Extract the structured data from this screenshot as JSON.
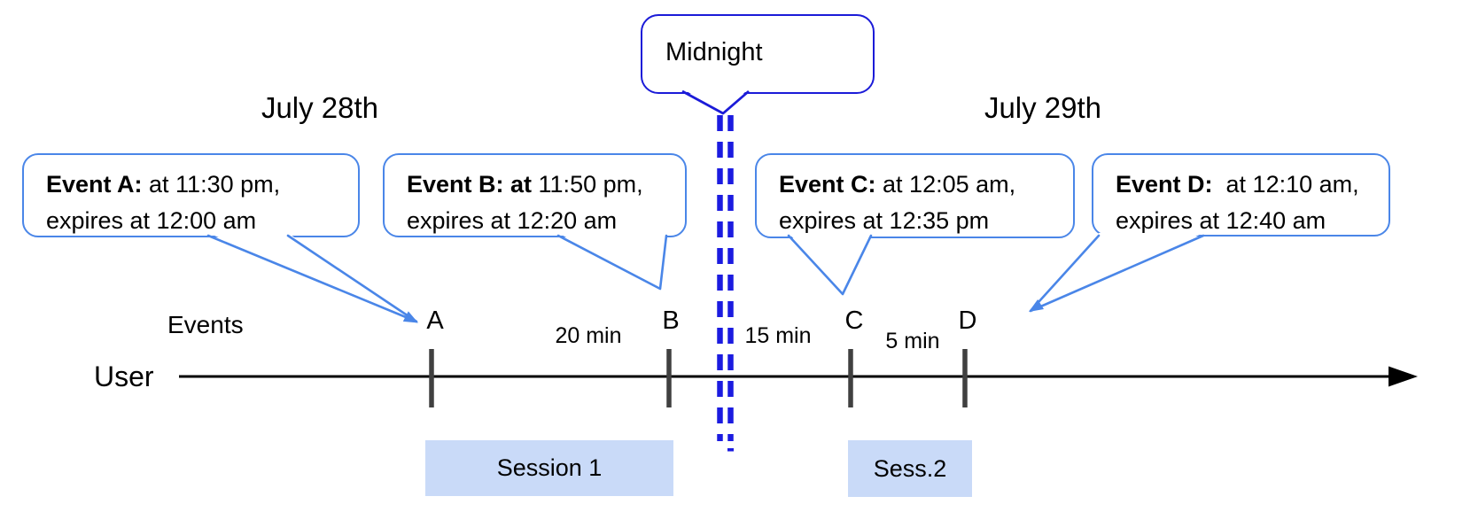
{
  "dates": {
    "left": "July 28th",
    "right": "July 29th"
  },
  "midnight": {
    "label": "Midnight"
  },
  "events": [
    {
      "id": "A",
      "bold": "Event A:",
      "rest": " at 11:30 pm,",
      "line2": "expires at 12:00 am"
    },
    {
      "id": "B",
      "bold": "Event B: at",
      "rest": " 11:50 pm,",
      "line2": "expires at 12:20 am"
    },
    {
      "id": "C",
      "bold": "Event C:",
      "rest": " at 12:05 am,",
      "line2": "expires at 12:35 pm"
    },
    {
      "id": "D",
      "bold": "Event D:",
      "rest": "  at 12:10 am,",
      "line2": "expires at 12:40 am"
    }
  ],
  "timeline": {
    "events_label": "Events",
    "user_label": "User",
    "ticks": [
      "A",
      "B",
      "C",
      "D"
    ],
    "intervals": [
      "20 min",
      "15 min",
      "5 min"
    ]
  },
  "sessions": [
    {
      "label": "Session 1"
    },
    {
      "label": "Sess.2"
    }
  ],
  "colors": {
    "callout_border": "#4a86e8",
    "midnight_border": "#1b1bd8",
    "dashed_line": "#1b1be0",
    "session_fill": "#c9daf8",
    "tick_color": "#404040",
    "timeline_color": "#000000"
  }
}
